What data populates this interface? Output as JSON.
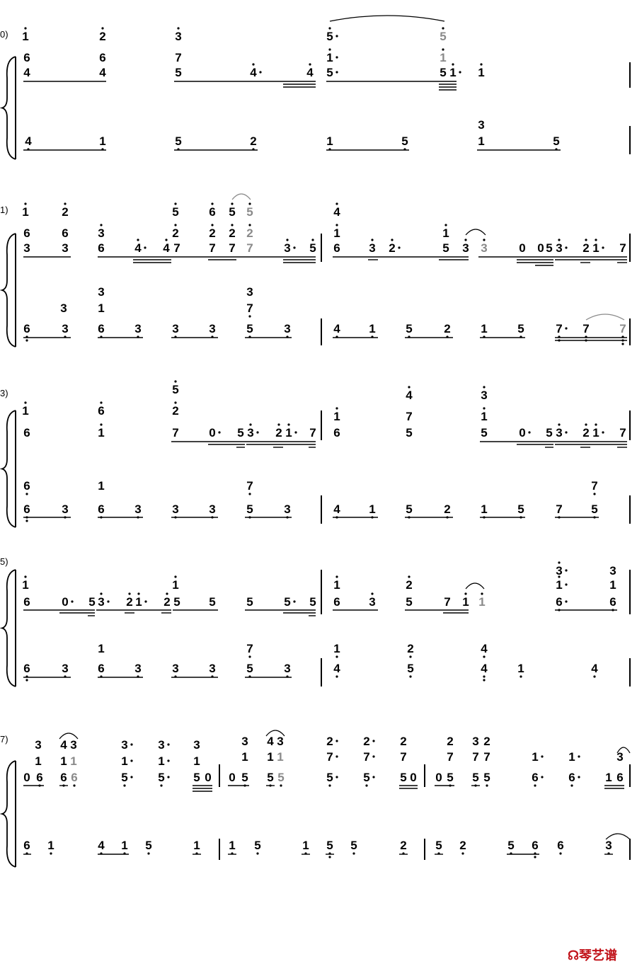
{
  "measure_numbers": [
    "0)",
    "1)",
    "3)",
    "5)",
    "7)"
  ],
  "watermark": "琴艺谱",
  "watermark_icon": "piano-site-logo-icon",
  "colors": {
    "ink": "#000000",
    "grey_notes": "#8a8a8a",
    "logo_red": "#c1131a"
  }
}
